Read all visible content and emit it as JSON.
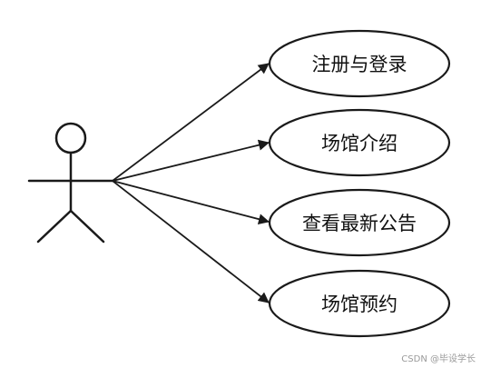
{
  "use_cases": [
    {
      "label": "注册与登录"
    },
    {
      "label": "场馆介绍"
    },
    {
      "label": "查看最新公告"
    },
    {
      "label": "场馆预约"
    }
  ],
  "watermark": "CSDN @毕设学长",
  "colors": {
    "stroke": "#1a1a1a",
    "text": "#111111",
    "watermark": "#9a9a9a",
    "background": "#ffffff"
  }
}
